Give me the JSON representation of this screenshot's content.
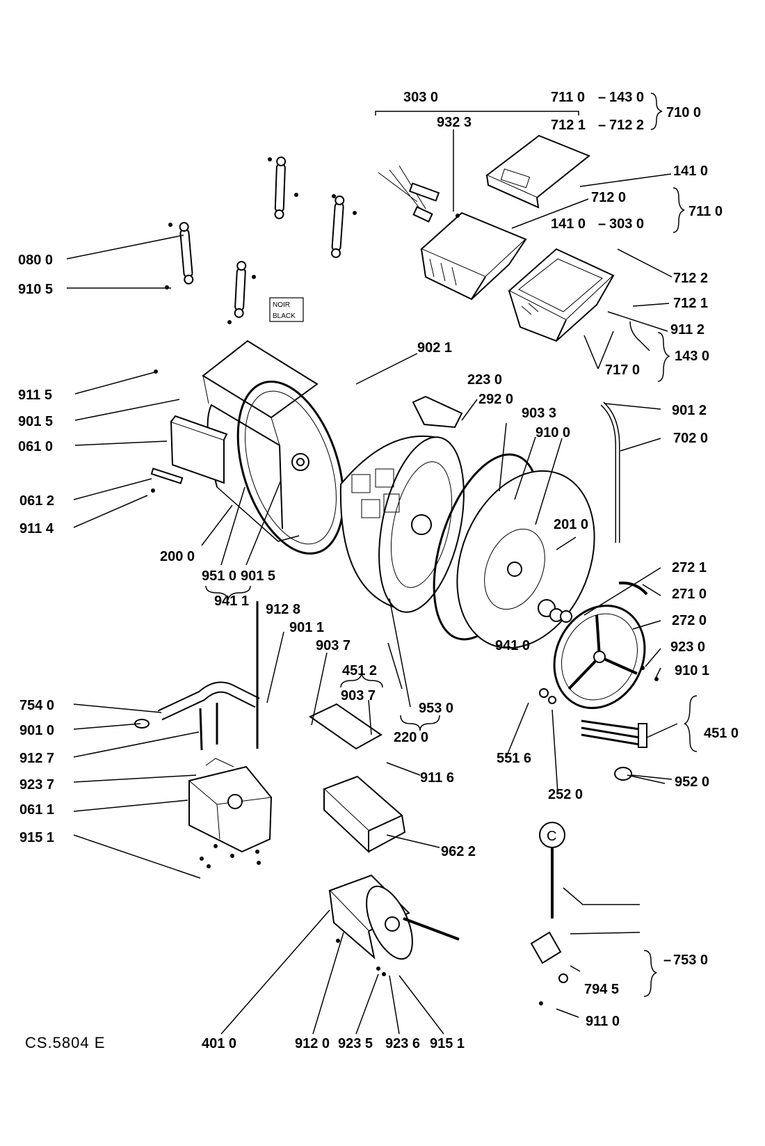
{
  "document_code": "CS.5804 E",
  "tag": {
    "line1": "NOIR",
    "line2": "BLACK"
  },
  "labels": {
    "l3030": "303 0",
    "l9323": "932 3",
    "l7110a": "711 0",
    "l1430a": "143 0",
    "l7121a": "712 1",
    "l7122a": "712 2",
    "l7100": "710 0",
    "l1410a": "141 0",
    "l7120": "712 0",
    "l1410b": "141 0",
    "l3030b": "303 0",
    "l7110b": "711 0",
    "l0800": "080 0",
    "l9105": "910 5",
    "l7122b": "712 2",
    "l7121b": "712 1",
    "l9112": "911 2",
    "l1430b": "143 0",
    "l7170": "717 0",
    "l9021": "902 1",
    "l9115": "911 5",
    "l9015a": "901 5",
    "l0610": "061 0",
    "l0612": "061 2",
    "l9114": "911 4",
    "l2230": "223 0",
    "l2920": "292 0",
    "l9033": "903 3",
    "l9100": "910 0",
    "l9012": "901 2",
    "l7020": "702 0",
    "l2010": "201 0",
    "l2000": "200 0",
    "l9510": "951 0",
    "l9015b": "901 5",
    "l9411": "941 1",
    "l2721": "272 1",
    "l2710": "271 0",
    "l2720": "272 0",
    "l9128": "912 8",
    "l9011": "901 1",
    "l9037a": "903 7",
    "l4512": "451 2",
    "l9037b": "903 7",
    "l9410": "941 0",
    "l9230": "923 0",
    "l9101": "910 1",
    "l7540": "754 0",
    "l9010": "901 0",
    "l9127": "912 7",
    "l9237": "923 7",
    "l0611": "061 1",
    "l9151a": "915 1",
    "l9530": "953 0",
    "l2200": "220 0",
    "l4510": "451 0",
    "l9116": "911 6",
    "l5516": "551 6",
    "l2520": "252 0",
    "l9520": "952 0",
    "l9622": "962 2",
    "lC": "C",
    "l7530": "753 0",
    "l7945": "794 5",
    "l9110": "911 0",
    "l4010": "401 0",
    "l9120": "912 0",
    "l9235": "923 5",
    "l9236": "923 6",
    "l9151b": "915 1"
  }
}
